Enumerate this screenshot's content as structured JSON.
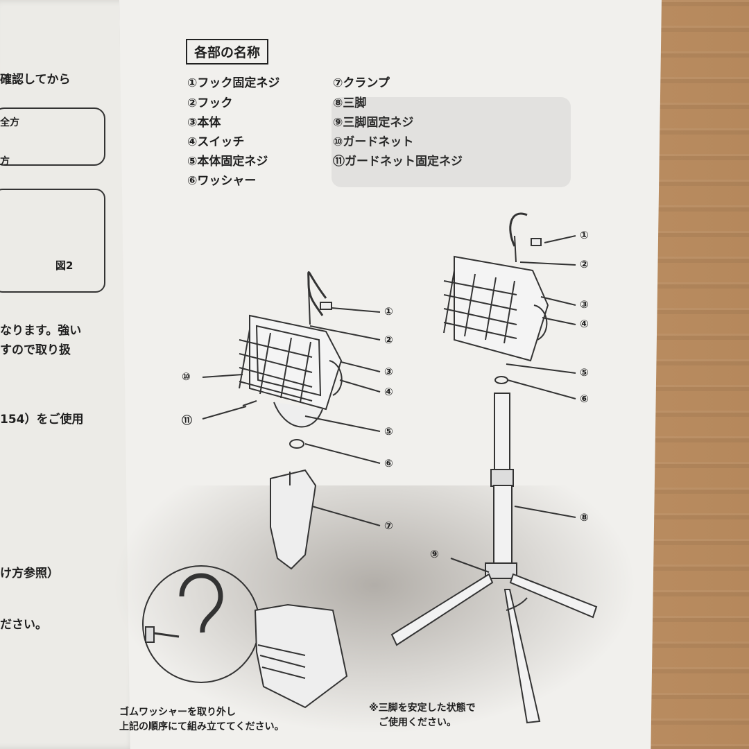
{
  "left_page": {
    "line1": "確認してから",
    "line2": "全方",
    "line3": "方",
    "fig2": "図2",
    "line4": "なります。強い",
    "line5": "すので取り扱",
    "line6": "154）をご使用",
    "line7": "け方参照）",
    "line8": "ださい。"
  },
  "title": "各部の名称",
  "parts_left": [
    "①フック固定ネジ",
    "②フック",
    "③本体",
    "④スイッチ",
    "⑤本体固定ネジ",
    "⑥ワッシャー"
  ],
  "parts_right": [
    "⑦クランプ",
    "⑧三脚",
    "⑨三脚固定ネジ",
    "⑩ガードネット",
    "⑪ガードネット固定ネジ"
  ],
  "callouts": [
    "①",
    "②",
    "③",
    "④",
    "⑤",
    "⑥",
    "⑦",
    "⑧",
    "⑨",
    "⑩",
    "⑪"
  ],
  "notes": {
    "left_1": "ゴムワッシャーを取り外し",
    "left_2": "上記の順序にて組み立ててください。",
    "right_1": "※三脚を安定した状態で",
    "right_2": "ご使用ください。"
  }
}
